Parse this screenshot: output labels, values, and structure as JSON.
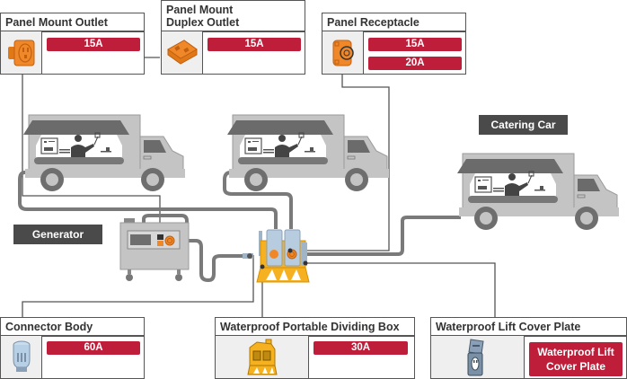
{
  "cards": {
    "panel_mount_outlet": {
      "title": "Panel Mount Outlet",
      "ratings": [
        "15A"
      ],
      "icon": "orange-outlet-icon"
    },
    "panel_mount_duplex": {
      "title_line1": "Panel Mount",
      "title_line2": "Duplex Outlet",
      "ratings": [
        "15A"
      ],
      "icon": "orange-duplex-outlet-icon"
    },
    "panel_receptacle": {
      "title": "Panel Receptacle",
      "ratings": [
        "15A",
        "20A"
      ],
      "icon": "orange-twist-receptacle-icon"
    },
    "connector_body": {
      "title": "Connector Body",
      "ratings": [
        "60A"
      ],
      "icon": "blue-connector-body-icon"
    },
    "dividing_box": {
      "title": "Waterproof Portable Dividing Box",
      "ratings": [
        "30A"
      ],
      "icon": "yellow-dividing-box-icon"
    },
    "lift_cover": {
      "title": "Waterproof Lift Cover Plate",
      "button_line1": "Waterproof Lift",
      "button_line2": "Cover Plate",
      "icon": "lift-cover-plate-icon"
    }
  },
  "labels": {
    "generator": "Generator",
    "catering_car": "Catering Car"
  },
  "colors": {
    "badge": "#be1e3a",
    "label_bg": "#4a4a4a",
    "device_orange": "#f0882a",
    "box_yellow": "#f5b120",
    "truck_gray": "#c4c4c4",
    "cable_gray": "#7a7a7a"
  }
}
